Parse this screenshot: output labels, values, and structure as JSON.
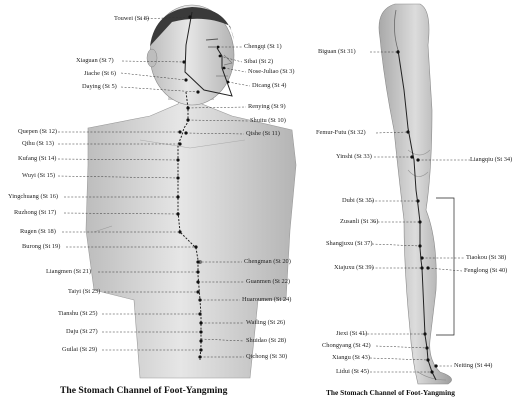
{
  "left_figure": {
    "caption": "The Stomach Channel of Foot-Yangming",
    "points": [
      {
        "id": "touwei",
        "label": "Touwei (St 8)"
      },
      {
        "id": "xiaguan",
        "label": "Xiaguan (St 7)"
      },
      {
        "id": "jiache",
        "label": "Jiache (St 6)"
      },
      {
        "id": "daying",
        "label": "Daying (St 5)"
      },
      {
        "id": "chengqi",
        "label": "Chengqi (St 1)"
      },
      {
        "id": "sibai",
        "label": "Sibai (St 2)"
      },
      {
        "id": "nosejuliao",
        "label": "Nose-Juliao (St 3)"
      },
      {
        "id": "dicang",
        "label": "Dicang (St 4)"
      },
      {
        "id": "renying",
        "label": "Renying (St 9)"
      },
      {
        "id": "shuitu",
        "label": "Shuitu (St 10)"
      },
      {
        "id": "qishe",
        "label": "Qishe (St 11)"
      },
      {
        "id": "quepen",
        "label": "Quepen (St 12)"
      },
      {
        "id": "qihu",
        "label": "Qihu (St 13)"
      },
      {
        "id": "kufang",
        "label": "Kufang (St 14)"
      },
      {
        "id": "wuyi",
        "label": "Wuyi (St 15)"
      },
      {
        "id": "yingchuang",
        "label": "Yingchuang (St 16)"
      },
      {
        "id": "ruzhong",
        "label": "Ruzhong (St 17)"
      },
      {
        "id": "rugen",
        "label": "Rugen (St 18)"
      },
      {
        "id": "burong",
        "label": "Burong (St 19)"
      },
      {
        "id": "chengman",
        "label": "Chengman (St 20)"
      },
      {
        "id": "liangmen",
        "label": "Liangmen (St 21)"
      },
      {
        "id": "guanmen",
        "label": "Guanmen (St 22)"
      },
      {
        "id": "taiyi",
        "label": "Taiyi (St 23)"
      },
      {
        "id": "huaroumen",
        "label": "Huaroumen (St 24)"
      },
      {
        "id": "tianshu",
        "label": "Tianshu (St 25)"
      },
      {
        "id": "wailing",
        "label": "Wailing (St 26)"
      },
      {
        "id": "daju",
        "label": "Daju (St 27)"
      },
      {
        "id": "shuidao",
        "label": "Shuidao (St 28)"
      },
      {
        "id": "guilai",
        "label": "Guilai (St 29)"
      },
      {
        "id": "qichong",
        "label": "Qichong (St 30)"
      }
    ]
  },
  "right_figure": {
    "caption": "The Stomach Channel of Foot-Yangming",
    "points": [
      {
        "id": "biguan",
        "label": "Biguan (St 31)"
      },
      {
        "id": "futu",
        "label": "Femur-Futu (St 32)"
      },
      {
        "id": "yinshi",
        "label": "Yinshi (St 33)"
      },
      {
        "id": "liangqiu",
        "label": "Liangqiu (St 34)"
      },
      {
        "id": "dubi",
        "label": "Dubi (St 35)"
      },
      {
        "id": "zusanli",
        "label": "Zusanli (St 36)"
      },
      {
        "id": "shangjuxu",
        "label": "Shangjuxu (St 37)"
      },
      {
        "id": "tiaokou",
        "label": "Tiaokou (St 38)"
      },
      {
        "id": "xiajuxu",
        "label": "Xiajuxu (St 39)"
      },
      {
        "id": "fenglong",
        "label": "Fenglong (St 40)"
      },
      {
        "id": "jiexi",
        "label": "Jiexi (St 41)"
      },
      {
        "id": "chongyang",
        "label": "Chongyang (St 42)"
      },
      {
        "id": "xiangu",
        "label": "Xiangu (St 43)"
      },
      {
        "id": "neiting",
        "label": "Neiting (St 44)"
      },
      {
        "id": "lidui",
        "label": "Lidui (St 45)"
      }
    ]
  }
}
